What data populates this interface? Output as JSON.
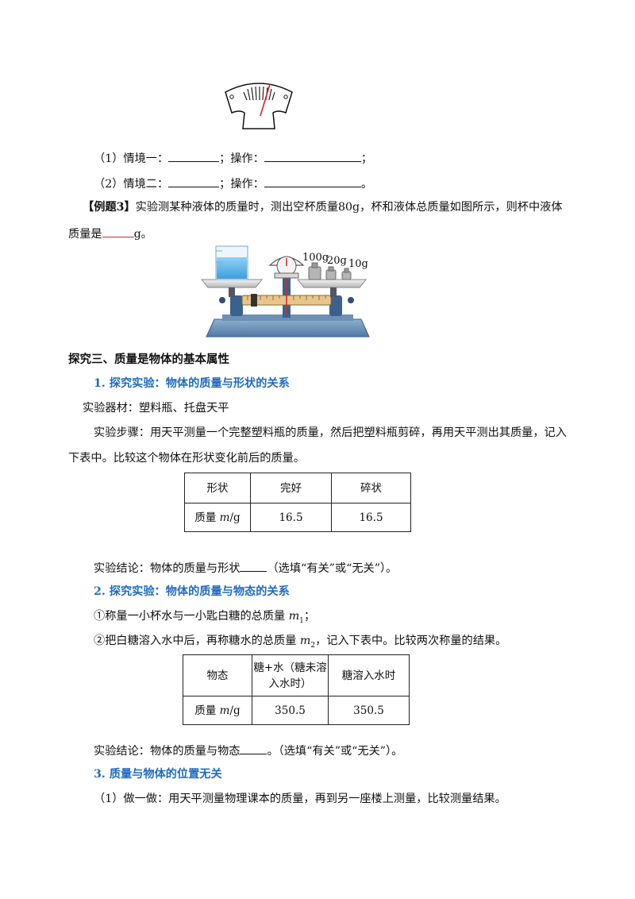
{
  "scenarios": {
    "s1": {
      "prefix": "（1）情境一：",
      "mid": "；操作：",
      "end": "；"
    },
    "s2": {
      "prefix": "（2）情境二：",
      "mid": "；操作：",
      "end": "。"
    }
  },
  "example3": {
    "tag": "【例题3】",
    "text1": "实验测某种液体的质量时，测出空杯质量80g，杯和液体总质量如图所示，则杯中液体",
    "text2_pre": "质量是",
    "text2_post": "g。"
  },
  "balance_figure": {
    "w1": "100g",
    "w2": "20g",
    "w3": "10g"
  },
  "section3": {
    "title": "探究三、质量是物体的基本属性",
    "p1": {
      "heading": "1. 探究实验：物体的质量与形状的关系",
      "equipment": "实验器材：塑料瓶、托盘天平",
      "steps1": "实验步骤：用天平测量一个完整塑料瓶的质量，然后把塑料瓶剪碎，再用天平测出其质量，记入",
      "steps2": "下表中。比较这个物体在形状变化前后的质量。",
      "table": {
        "h0": "形状",
        "h1": "完好",
        "h2": "碎状",
        "r0_pre": "质量 ",
        "r0_var": "m",
        "r0_post": "/g",
        "v1": "16.5",
        "v2": "16.5"
      },
      "conclusion_pre": "实验结论：物体的质量与形状",
      "conclusion_post": "（选填“有关”或“无关”）。"
    },
    "p2": {
      "heading": "2. 探究实验：物体的质量与物态的关系",
      "step1_pre": "①称量一小杯水与一小匙白糖的总质量 ",
      "step1_var": "m",
      "step1_sub": "1",
      "step1_post": "；",
      "step2_pre": "②把白糖溶入水中后，再称糖水的总质量 ",
      "step2_var": "m",
      "step2_sub": "2",
      "step2_post": "，记入下表中。比较两次称量的结果。",
      "table": {
        "h0": "物态",
        "h1_a": "糖+水（糖未溶",
        "h1_b": "入水时）",
        "h2": "糖溶入水时",
        "r0_pre": "质量 ",
        "r0_var": "m",
        "r0_post": "/g",
        "v1": "350.5",
        "v2": "350.5"
      },
      "conclusion_pre": "实验结论：物体的质量与物态",
      "conclusion_post": "。（选填“有关”或“无关”）。"
    },
    "p3": {
      "heading": "3. 质量与物体的位置无关",
      "item1": "（1）做一做：用天平测量物理课本的质量，再到另一座楼上测量，比较测量结果。"
    }
  }
}
